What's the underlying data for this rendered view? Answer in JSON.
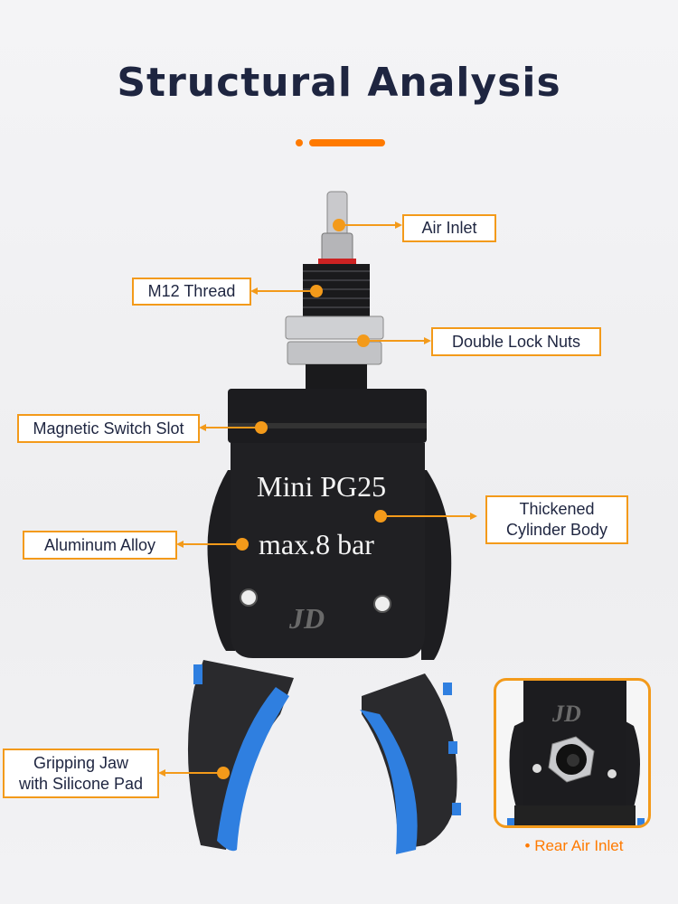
{
  "title": "Structural Analysis",
  "accent_color": "#ff7a00",
  "label_border_color": "#f39a1a",
  "labels": {
    "air_inlet": "Air Inlet",
    "m12_thread": "M12 Thread",
    "double_lock_nuts": "Double Lock Nuts",
    "magnetic_switch_slot": "Magnetic Switch Slot",
    "thickened_body_line1": "Thickened",
    "thickened_body_line2": "Cylinder Body",
    "aluminum_alloy": "Aluminum Alloy",
    "gripping_jaw_line1": "Gripping Jaw",
    "gripping_jaw_line2": "with Silicone Pad"
  },
  "product": {
    "model": "Mini PG25",
    "pressure": "max.8 bar",
    "brand": "JD"
  },
  "inset": {
    "caption": "Rear Air Inlet",
    "bullet": "•"
  }
}
